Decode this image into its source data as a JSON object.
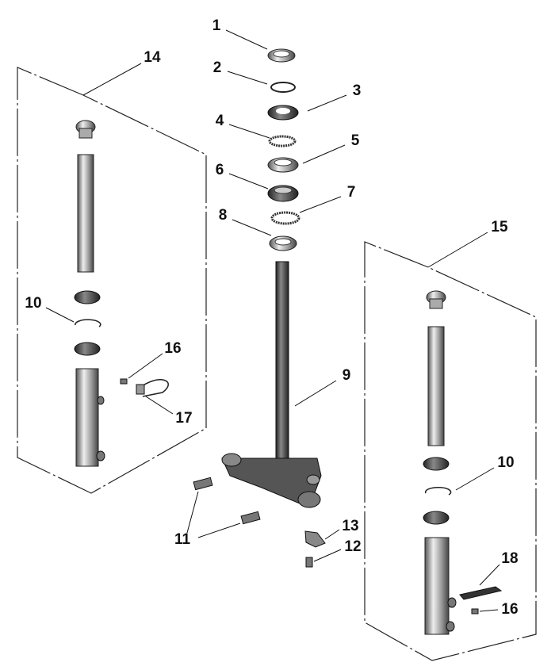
{
  "title": "Front fork and steering stem exploded parts diagram",
  "callouts": [
    {
      "id": "c1",
      "text": "1"
    },
    {
      "id": "c2",
      "text": "2"
    },
    {
      "id": "c3",
      "text": "3"
    },
    {
      "id": "c4",
      "text": "4"
    },
    {
      "id": "c5",
      "text": "5"
    },
    {
      "id": "c6",
      "text": "6"
    },
    {
      "id": "c7",
      "text": "7"
    },
    {
      "id": "c8",
      "text": "8"
    },
    {
      "id": "c9",
      "text": "9"
    },
    {
      "id": "c10a",
      "text": "10"
    },
    {
      "id": "c10b",
      "text": "10"
    },
    {
      "id": "c11",
      "text": "11"
    },
    {
      "id": "c12",
      "text": "12"
    },
    {
      "id": "c13",
      "text": "13"
    },
    {
      "id": "c14",
      "text": "14"
    },
    {
      "id": "c15",
      "text": "15"
    },
    {
      "id": "c16a",
      "text": "16"
    },
    {
      "id": "c16b",
      "text": "16"
    },
    {
      "id": "c17",
      "text": "17"
    },
    {
      "id": "c18",
      "text": "18"
    }
  ]
}
